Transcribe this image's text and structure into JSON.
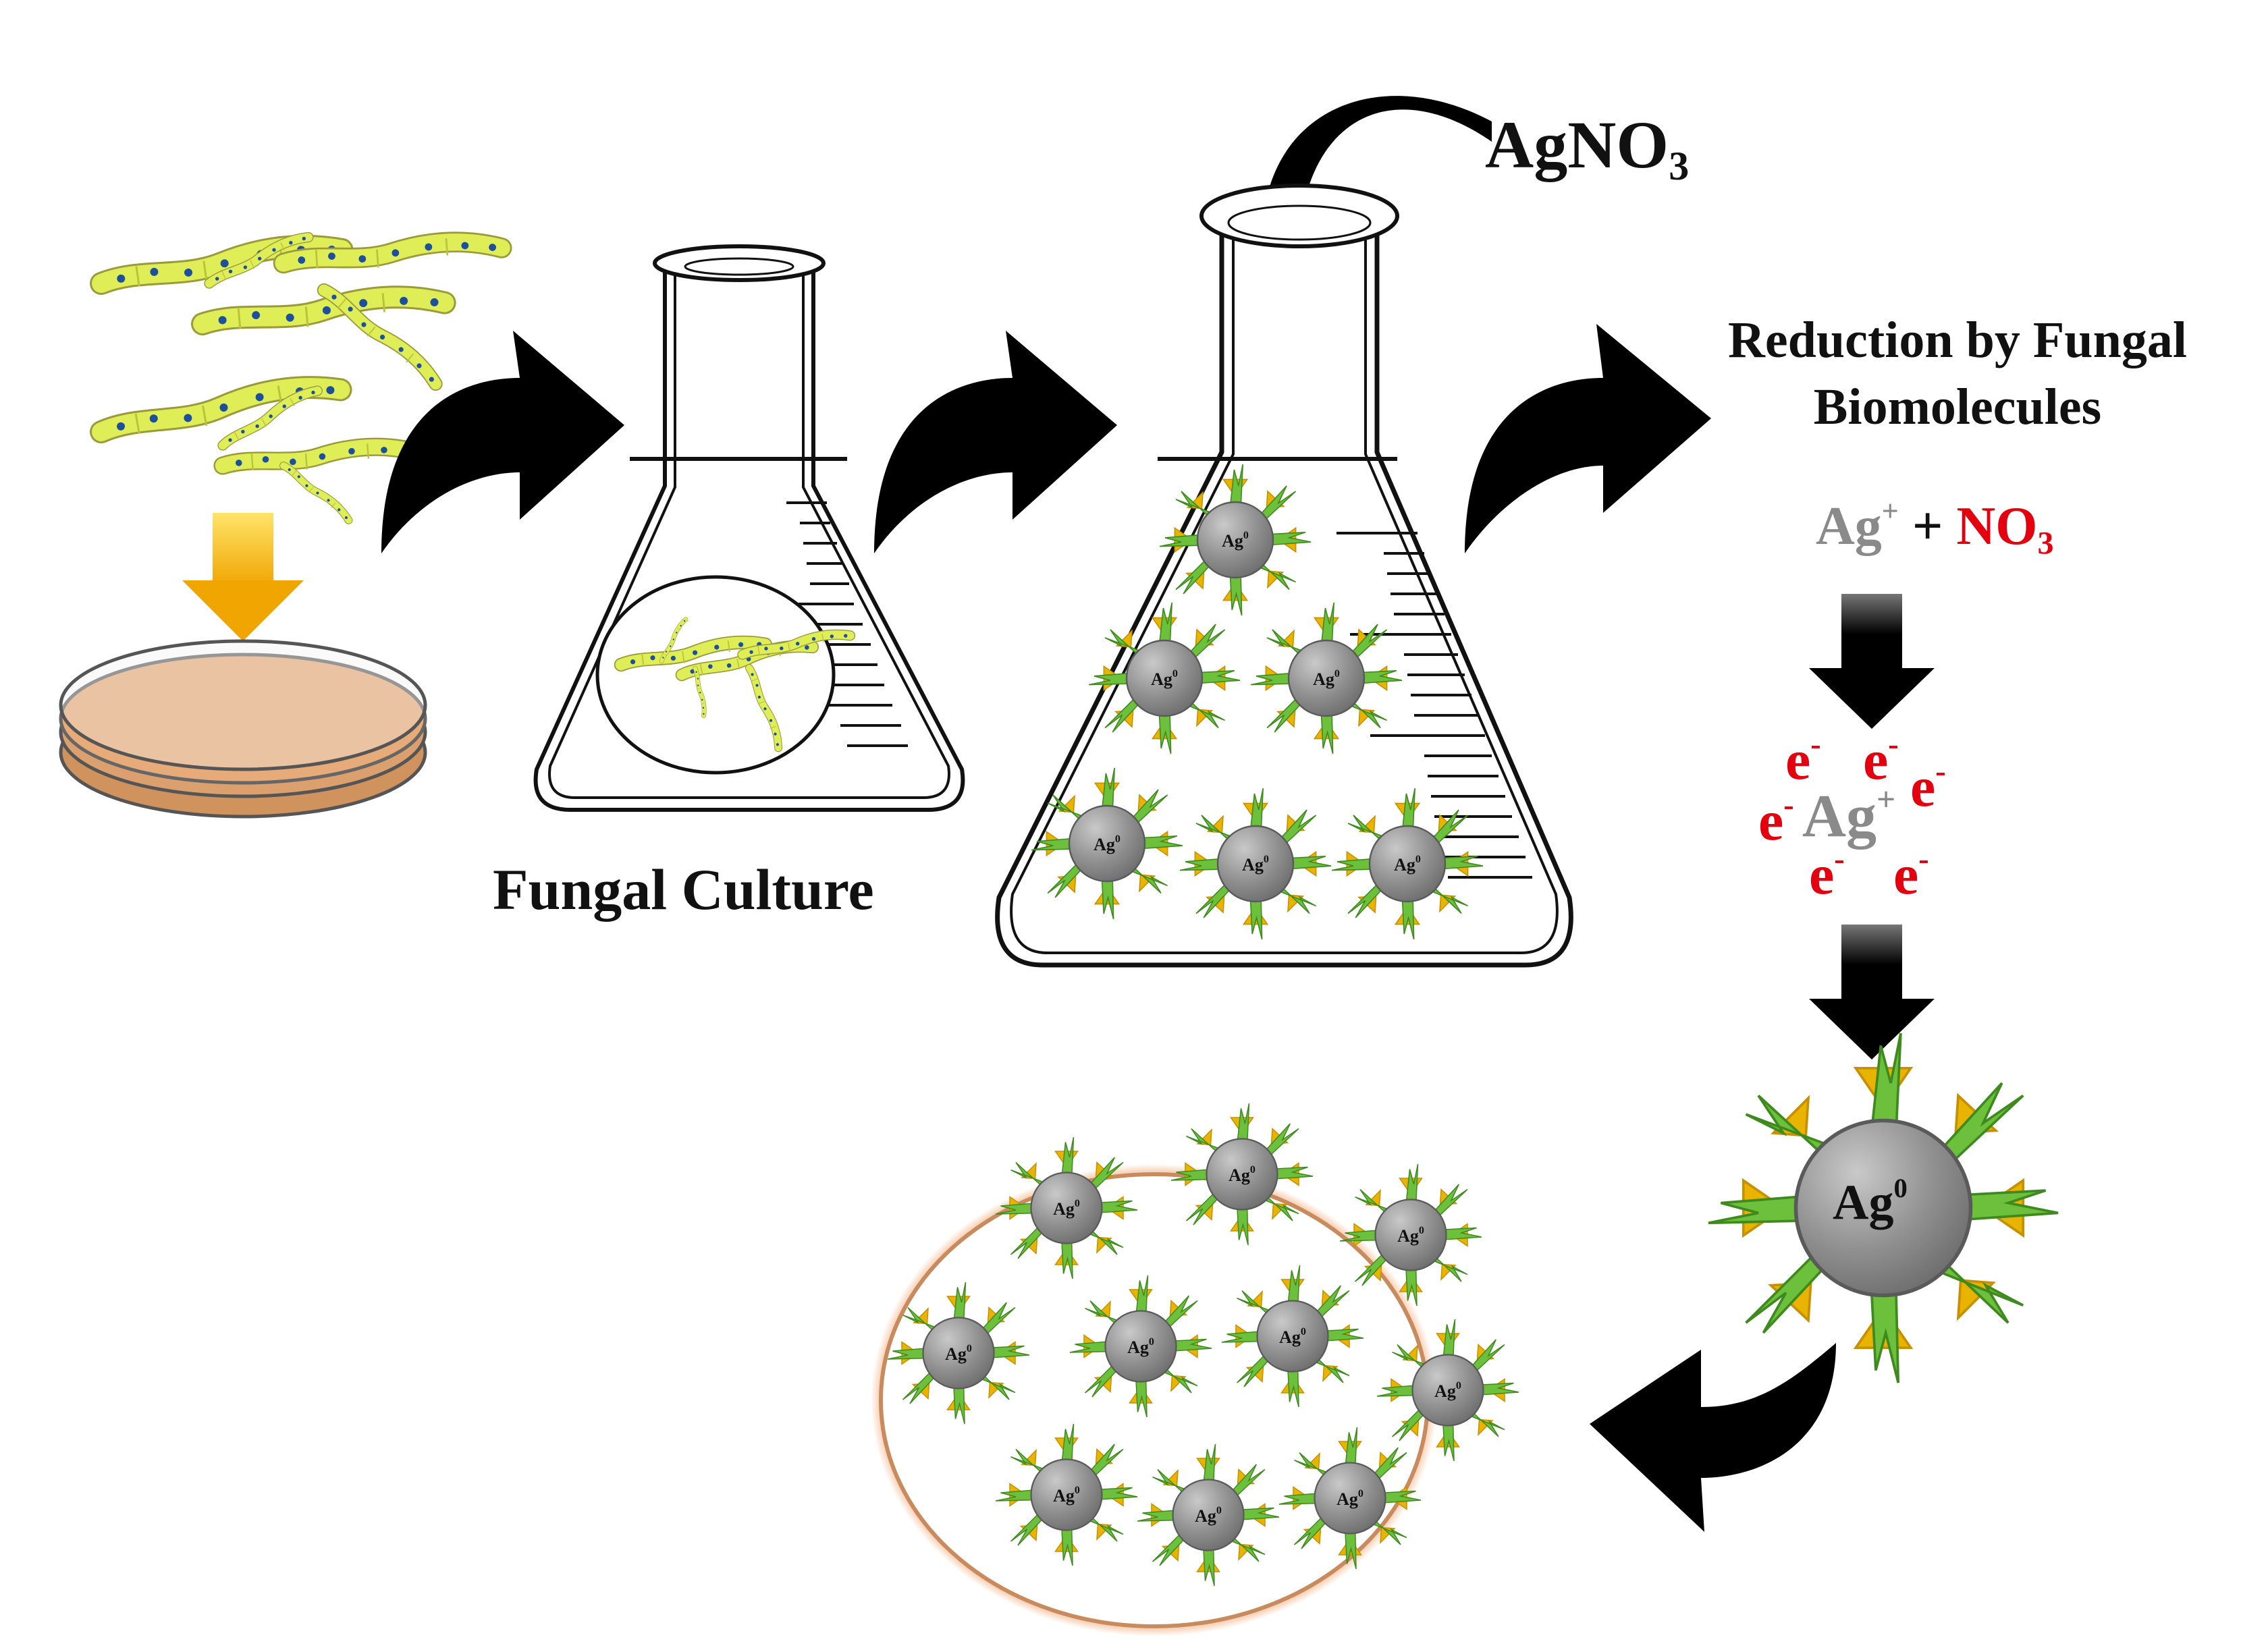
{
  "labels": {
    "agno3_main": "AgNO",
    "agno3_sub": "3",
    "fungal_culture": "Fungal Culture",
    "reduction_line1": "Reduction by Fungal",
    "reduction_line2": "Biomolecules"
  },
  "equation": {
    "ag": "Ag",
    "ag_charge": "+",
    "plus": " + ",
    "no3_main": "NO",
    "no3_sub": "3"
  },
  "electrons": {
    "symbol": "e",
    "charge": "-",
    "center": "Ag",
    "center_charge": "+"
  },
  "particle": {
    "symbol": "Ag",
    "charge": "0"
  },
  "colors": {
    "arrow": "#000000",
    "petri_agar": "#dca06f",
    "hyphae": "#d7e84a",
    "particle": "#8c8c8c",
    "spike_green": "#6bbf3a",
    "triangle_yellow": "#f2b705",
    "ion_red": "#e3000f",
    "ion_grey": "#8a8a8a",
    "cluster_border": "#e8a27a"
  },
  "icons": [
    "hypha-icon",
    "petri-dish-icon",
    "flask-icon",
    "curved-arrow-icon",
    "down-arrow-icon",
    "nanoparticle-icon"
  ]
}
